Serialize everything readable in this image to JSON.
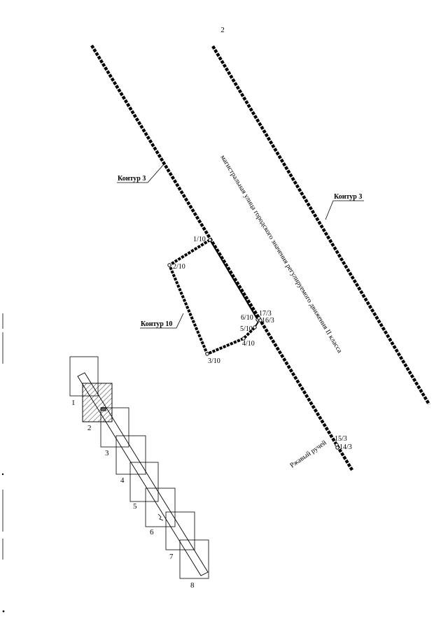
{
  "page": {
    "number": "2"
  },
  "labels": {
    "contour_left": "Контур 3",
    "contour_right": "Контур 3",
    "contour_10": "Контур 10",
    "street": "магистральная улица городского значения регулируемого движения II класса",
    "creek": "Ржавый ручей"
  },
  "points": {
    "p1_10": "1/10",
    "p2_10": "2/10",
    "p3_10": "3/10",
    "p4_10": "4/10",
    "p5_10": "5/10",
    "p6_10": "6/10",
    "p17_3": "17/3",
    "p16_3": "16/3",
    "p15_3": "15/3",
    "p14_3": "14/3"
  },
  "sheets": [
    "1",
    "2",
    "3",
    "4",
    "5",
    "6",
    "7",
    "8"
  ]
}
